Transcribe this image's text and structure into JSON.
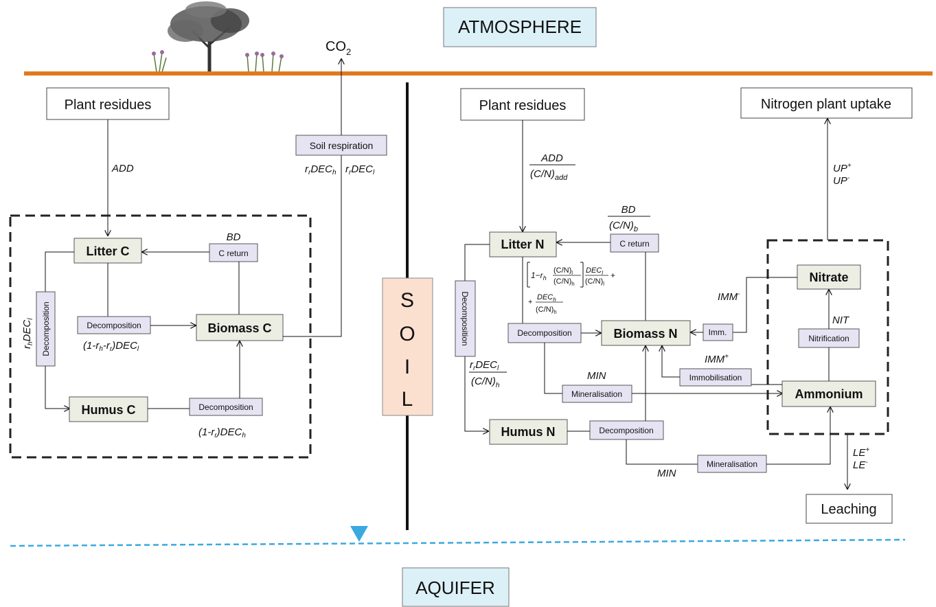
{
  "diagram": {
    "atmosphere": "ATMOSPHERE",
    "aquifer": "AQUIFER",
    "soil_letters": [
      "S",
      "O",
      "I",
      "L"
    ],
    "co2": "CO",
    "co2_sub": "2",
    "carbon": {
      "plant_residues": "Plant residues",
      "add": "ADD",
      "soil_respiration": "Soil respiration",
      "resp_h": "r",
      "resp_h_sub": "r",
      "resp_h_tail": "DEC",
      "resp_h_tail_sub": "h",
      "resp_l": "r",
      "resp_l_sub": "r",
      "resp_l_tail": "DEC",
      "resp_l_tail_sub": "l",
      "bd": "BD",
      "c_return": "C return",
      "litter": "Litter C",
      "biomass": "Biomass C",
      "humus": "Humus C",
      "decomposition": "Decomposition",
      "dec_mid": "(1-r",
      "dec_mid_2": "-r",
      "dec_mid_3": ")DEC",
      "dec_mid_sub_h": "h",
      "dec_mid_sub_r": "r",
      "dec_mid_sub_l": "l",
      "dec_humus": "(1-r",
      "dec_humus_2": ")DEC",
      "dec_humus_sub_r": "r",
      "dec_humus_sub_h": "h",
      "side_label": "r",
      "side_label_sub": "h",
      "side_label_tail": "DEC",
      "side_label_tail_sub": "l"
    },
    "nitrogen": {
      "plant_residues": "Plant residues",
      "uptake": "Nitrogen plant uptake",
      "add_num": "ADD",
      "add_den": "(C/N)",
      "add_den_sub": "add",
      "bd_num": "BD",
      "bd_den": "(C/N)",
      "bd_den_sub": "b",
      "c_return": "C return",
      "litter": "Litter N",
      "biomass": "Biomass N",
      "humus": "Humus N",
      "nitrate": "Nitrate",
      "ammonium": "Ammonium",
      "decomposition": "Decomposition",
      "mineralisation": "Mineralisation",
      "immobilisation": "Immobilisation",
      "nitrification": "Nitrification",
      "imm": "Imm.",
      "min": "MIN",
      "nit": "NIT",
      "imm_minus": "IMM",
      "imm_plus": "IMM",
      "up_plus": "UP",
      "up_minus": "UP",
      "le_plus": "LE",
      "le_minus": "LE",
      "leaching": "Leaching",
      "frac_l1": "1−r",
      "frac_l1_sub": "h",
      "frac_cn_l": "(C/N)",
      "frac_cn_l_sub": "l",
      "frac_cn_h": "(C/N)",
      "frac_cn_h_sub": "h",
      "frac_dec_l": "DEC",
      "frac_dec_l_sub": "l",
      "frac_plus": "+",
      "frac_l2_plus": "+",
      "frac_dec_h": "DEC",
      "frac_dec_h_sub": "h",
      "rr_dec": "r",
      "rr_sub": "r",
      "rr_dec_tail": "DEC",
      "rr_dec_tail_sub": "l",
      "rr_den": "(C/N)",
      "rr_den_sub": "h"
    }
  },
  "colors": {
    "ground_line": "#e07a1f",
    "label_box_fill": "#dcf0f7",
    "soil_box_fill": "#fbe0cf",
    "pool_fill": "#eceee3",
    "process_fill": "#e6e4f3",
    "water": "#3aa9e0"
  }
}
